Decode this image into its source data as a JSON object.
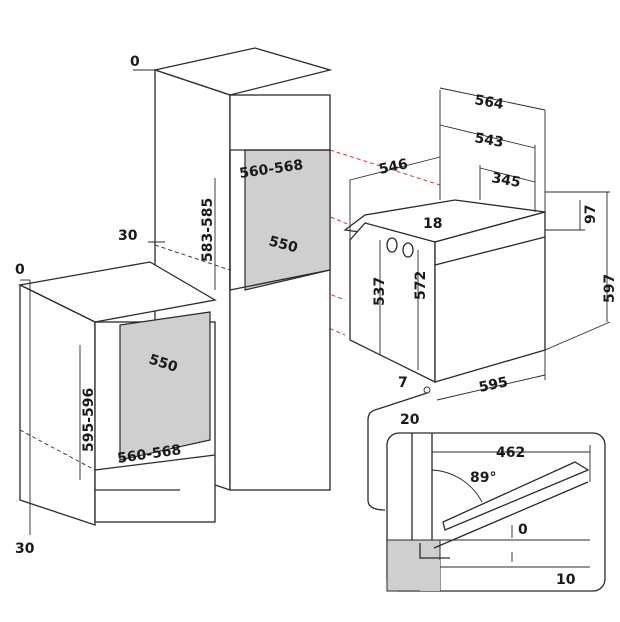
{
  "tall_cabinet": {
    "top_offset": "0",
    "bottom_offset": "30",
    "niche_width": "560-568",
    "niche_height": "583-585",
    "niche_depth": "550"
  },
  "base_cabinet": {
    "top_offset": "0",
    "bottom_offset": "30",
    "niche_depth": "550",
    "niche_height": "595-596",
    "niche_width": "560-568"
  },
  "oven": {
    "total_depth": "546",
    "depth_564": "564",
    "depth_543": "543",
    "depth_345": "345",
    "top_gap": "18",
    "panel_height": "97",
    "body_height_537": "537",
    "body_height_572": "572",
    "total_height": "597",
    "bottom_gap": "7",
    "width": "595",
    "front_offset": "20"
  },
  "door_detail": {
    "door_depth": "462",
    "angle": "89°",
    "clearance_top": "0",
    "clearance_bottom": "10"
  }
}
